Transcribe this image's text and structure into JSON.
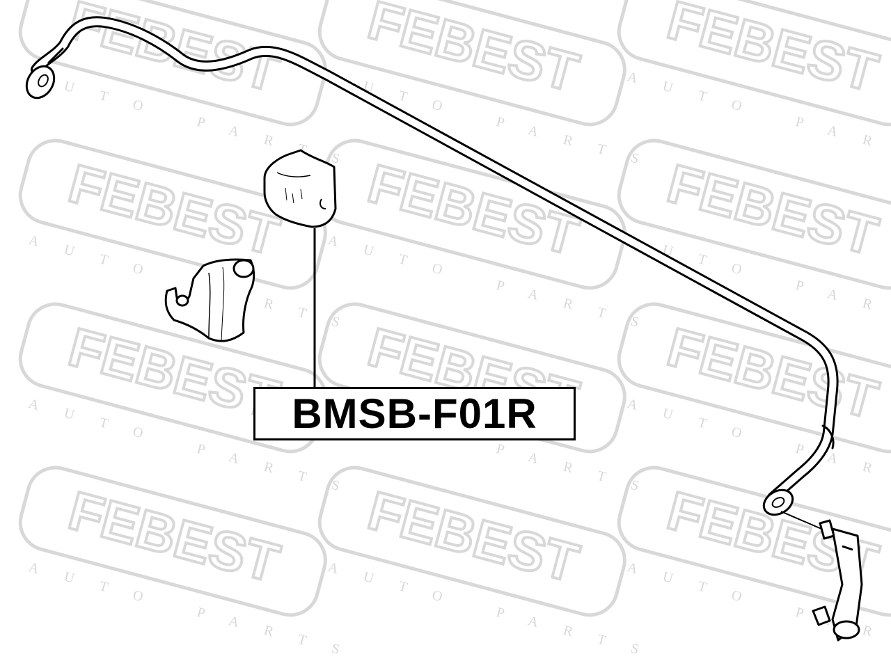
{
  "watermark": {
    "brand": "FEBEST",
    "tagline": "AUTO PARTS",
    "color": "#d8d8d8"
  },
  "part_number": "BMSB-F01R",
  "line_color": "#000000",
  "background_color": "#ffffff"
}
